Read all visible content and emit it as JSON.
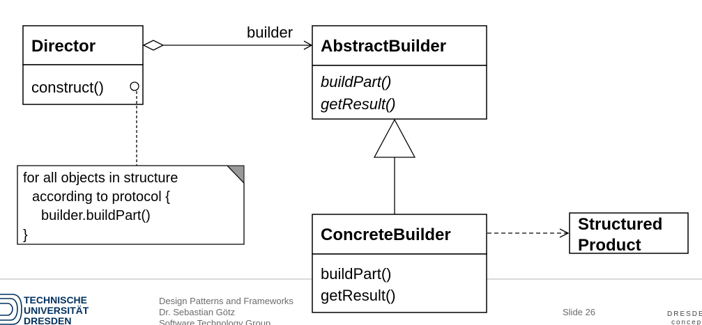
{
  "classes": {
    "director": {
      "name": "Director",
      "operations": [
        "construct()"
      ]
    },
    "abstract_builder": {
      "name": "AbstractBuilder",
      "operations": [
        "buildPart()",
        "getResult()"
      ]
    },
    "concrete_builder": {
      "name": "ConcreteBuilder",
      "operations": [
        "buildPart()",
        "getResult()"
      ]
    },
    "structured_product": {
      "name_lines": [
        "Structured",
        "Product"
      ]
    }
  },
  "associations": {
    "builder_label": "builder"
  },
  "note": {
    "lines": [
      "for all objects in structure",
      "according to protocol {",
      "builder.buildPart()",
      "}"
    ]
  },
  "footer": {
    "university_lines": [
      "TECHNISCHE",
      "UNIVERSITÄT",
      "DRESDEN"
    ],
    "course_lines": [
      "Design Patterns and Frameworks",
      "Dr. Sebastian Götz",
      "Software Technology Group"
    ],
    "slide": "Slide 26",
    "right_top": "DRESDEN",
    "right_bottom": "concept"
  },
  "colors": {
    "line": "#000000",
    "footer_text": "#6b6b6b",
    "note_corner": "#999999",
    "tu_blue": "#00305d",
    "divider": "#b3b3b3"
  }
}
